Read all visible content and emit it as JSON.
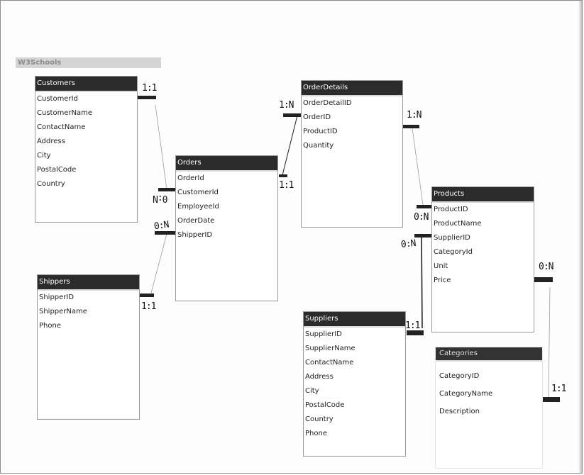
{
  "brand": "W3Schools",
  "tables": {
    "customers": {
      "title": "Customers",
      "fields": [
        "CustomerId",
        "CustomerName",
        "ContactName",
        "Address",
        "City",
        "PostalCode",
        "Country"
      ]
    },
    "orders": {
      "title": "Orders",
      "fields": [
        "OrderId",
        "CustomerId",
        "EmployeeId",
        "OrderDate",
        "ShipperID"
      ]
    },
    "orderdetails": {
      "title": "OrderDetails",
      "fields": [
        "OrderDetailID",
        "OrderID",
        "ProductID",
        "Quantity"
      ]
    },
    "products": {
      "title": "Products",
      "fields": [
        "ProductID",
        "ProductName",
        "SupplierID",
        "CategoryId",
        "Unit",
        "Price"
      ]
    },
    "shippers": {
      "title": "Shippers",
      "fields": [
        "ShipperID",
        "ShipperName",
        "Phone"
      ]
    },
    "suppliers": {
      "title": "Suppliers",
      "fields": [
        "SupplierID",
        "SupplierName",
        "ContactName",
        "Address",
        "City",
        "PostalCode",
        "Country",
        "Phone"
      ]
    },
    "categories": {
      "title": "Categories",
      "fields": [
        "CategoryID",
        "CategoryName",
        "Description"
      ]
    }
  },
  "cardinalities": {
    "customers_one": "1:1",
    "orders_customer_many": "0:N",
    "orders_shipper_many": "0:N",
    "shippers_one": "1:1",
    "orderdetails_order_many": "1:N",
    "orders_one_to_details": "1:1",
    "orderdetails_product_many": "1:N",
    "products_from_details": "0:N",
    "products_supplier_many": "0:N",
    "suppliers_one": "1:1",
    "products_category_many": "0:N",
    "categories_one": "1:1"
  }
}
